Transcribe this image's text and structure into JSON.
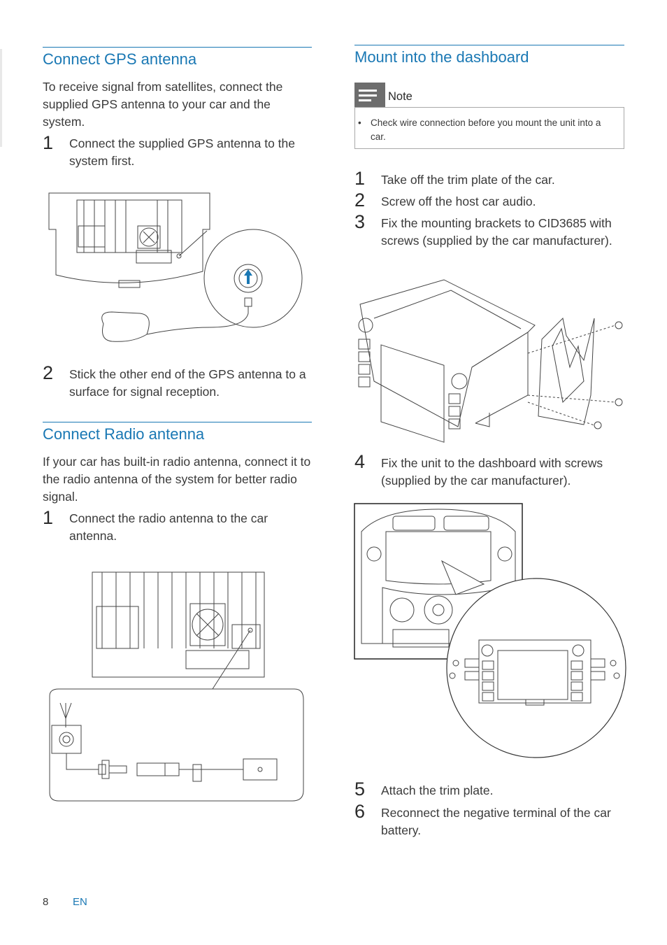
{
  "left": {
    "gps": {
      "heading": "Connect GPS antenna",
      "intro": "To receive signal from satellites, connect the supplied GPS antenna to your car and the system.",
      "steps": [
        {
          "num": "1",
          "text": "Connect the supplied GPS antenna to the system first."
        },
        {
          "num": "2",
          "text": "Stick the other end of the GPS antenna to a surface for signal reception."
        }
      ]
    },
    "radio": {
      "heading": "Connect Radio antenna",
      "intro": "If your car has built-in radio antenna, connect it to the radio antenna of the system for better radio signal.",
      "steps": [
        {
          "num": "1",
          "text": "Connect the radio antenna to the car antenna."
        }
      ]
    }
  },
  "right": {
    "heading": "Mount into the dashboard",
    "note": {
      "label": "Note",
      "bullet": "•",
      "text": "Check wire connection before you mount the unit into a car."
    },
    "steps": [
      {
        "num": "1",
        "text": "Take off the trim plate of the car."
      },
      {
        "num": "2",
        "text": "Screw off the host car audio."
      },
      {
        "num": "3",
        "text": "Fix the mounting brackets to CID3685 with screws (supplied by the car manufacturer)."
      },
      {
        "num": "4",
        "text": "Fix the unit to the dashboard with screws (supplied by the car manufacturer)."
      },
      {
        "num": "5",
        "text": "Attach the trim plate."
      },
      {
        "num": "6",
        "text": "Reconnect the negative terminal of the car battery."
      }
    ]
  },
  "footer": {
    "page_number": "8",
    "language": "EN"
  },
  "colors": {
    "accent": "#1a78b4",
    "text": "#3a3a3a",
    "note_badge": "#6d6d6d"
  }
}
